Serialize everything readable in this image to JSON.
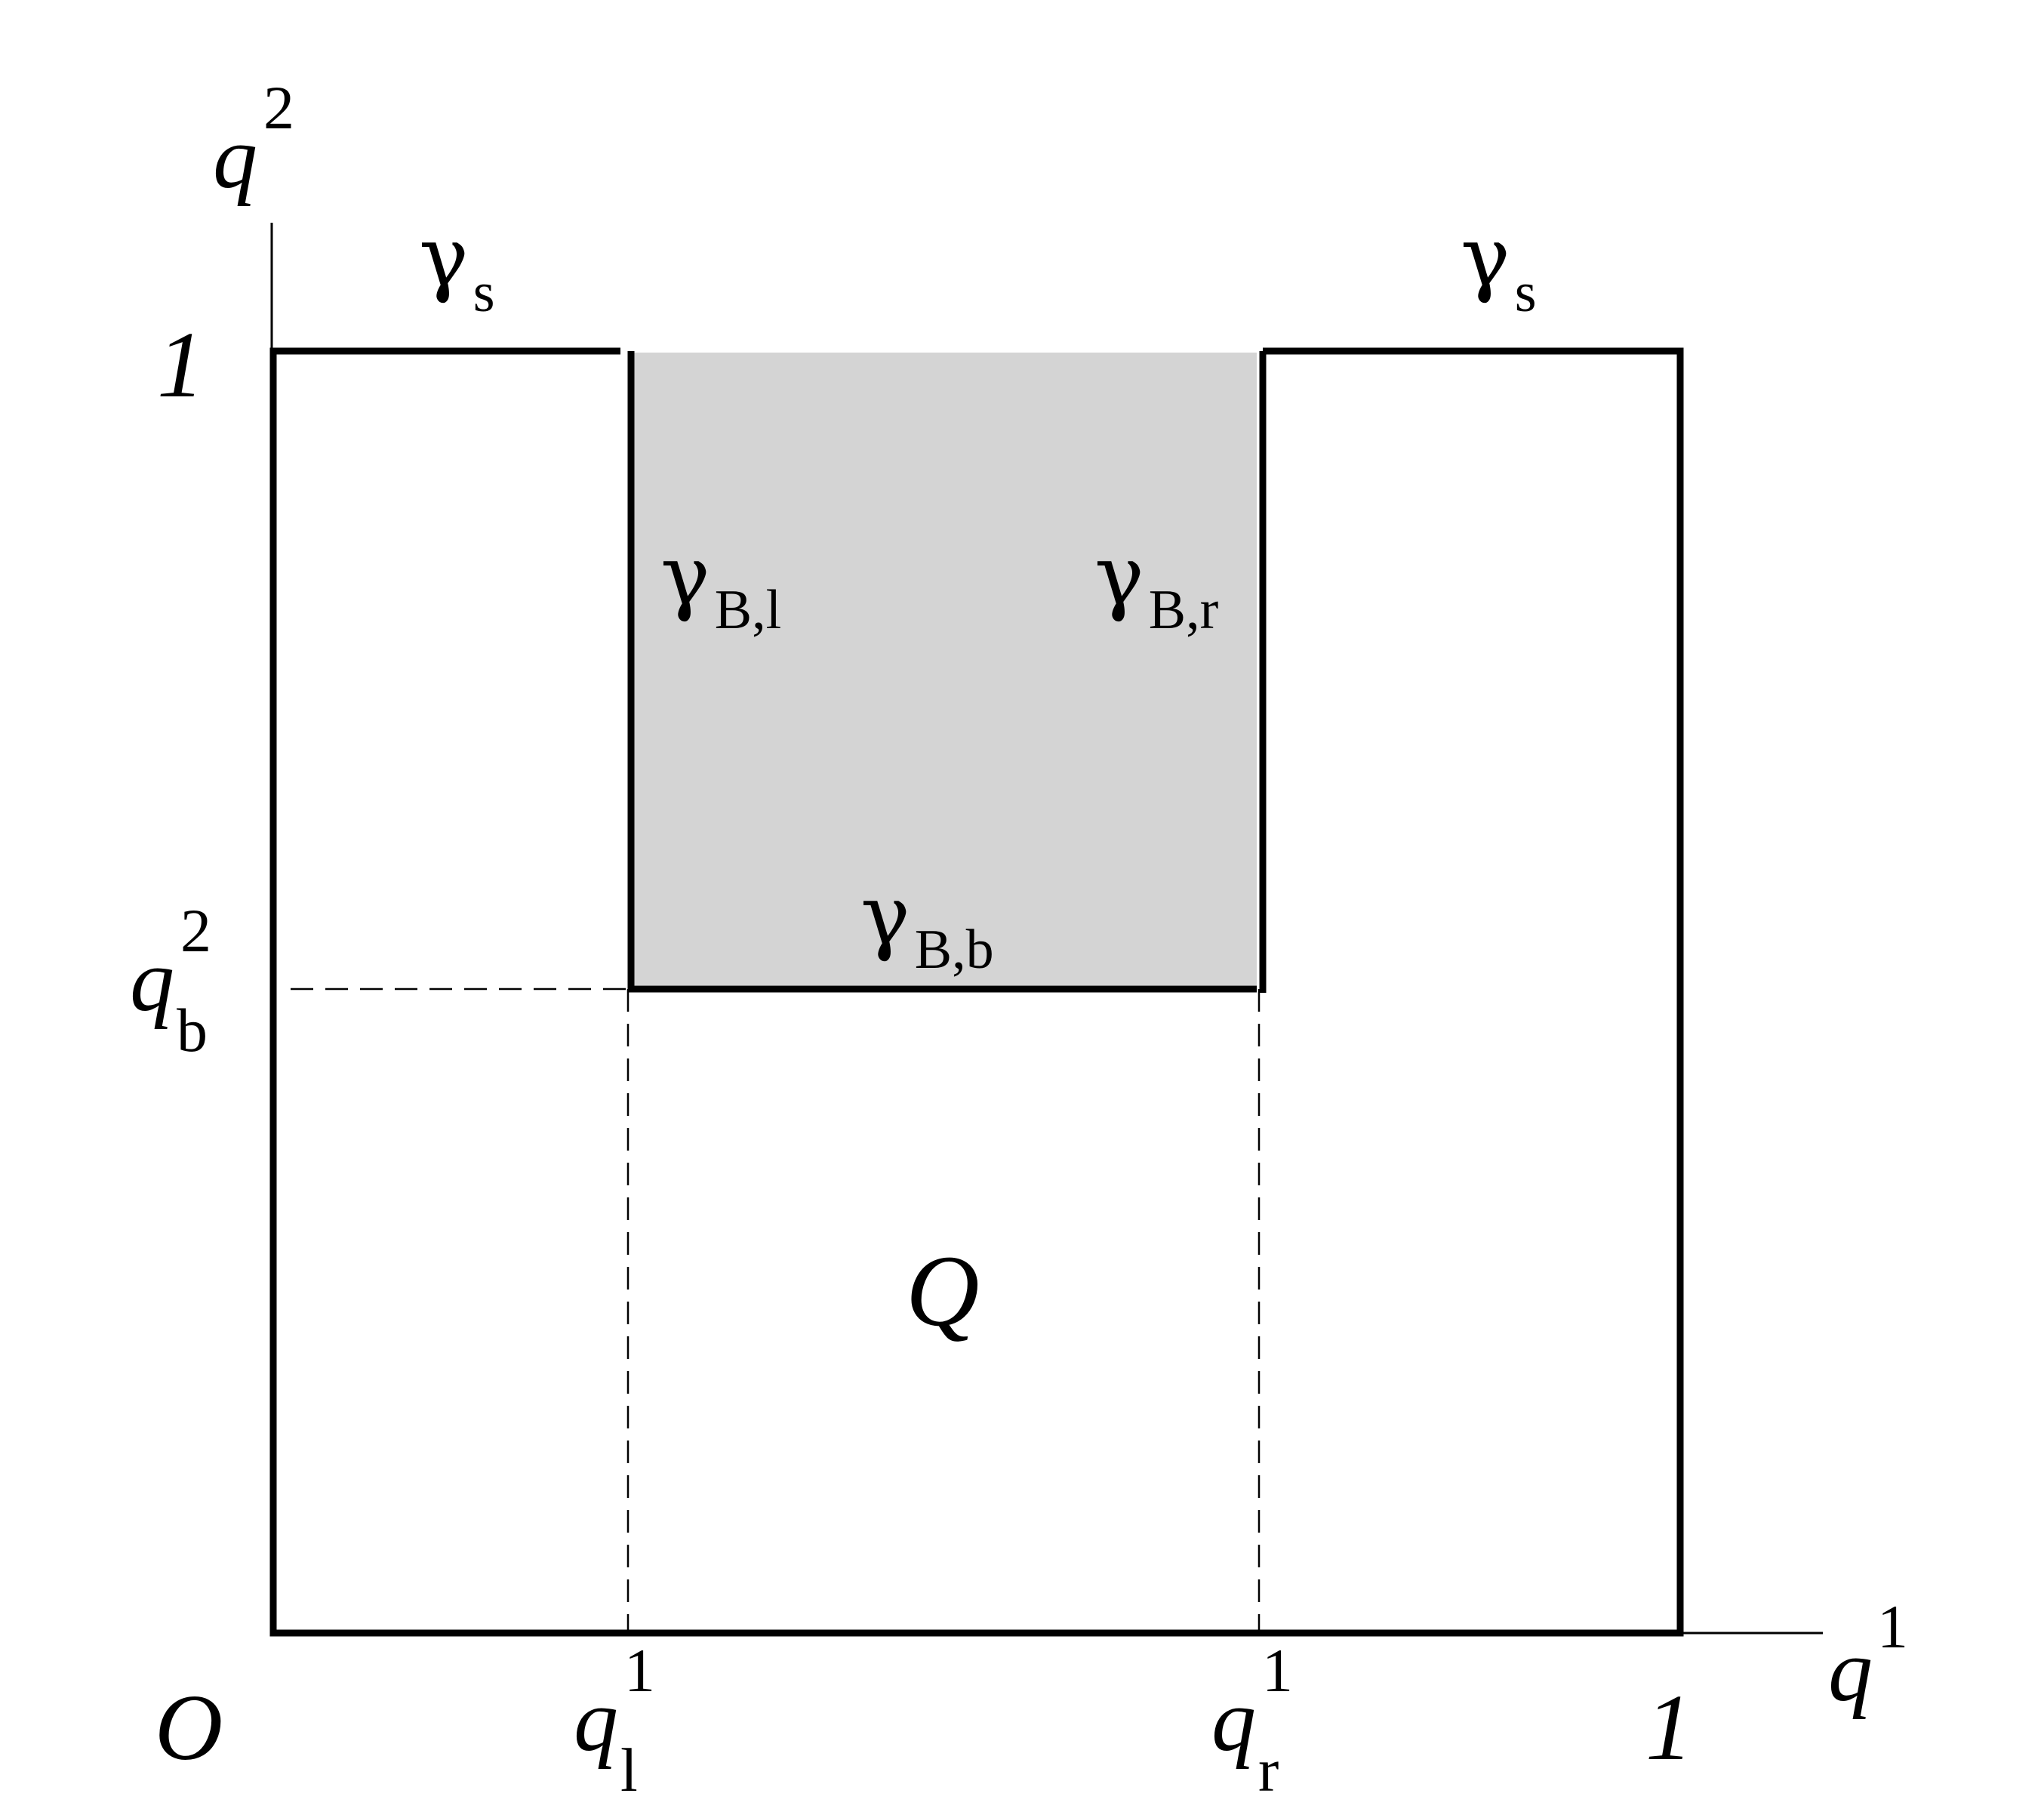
{
  "axes": {
    "x_name": "q",
    "x_sup": "1",
    "y_name": "q",
    "y_sup": "2",
    "origin": "O"
  },
  "ticks": {
    "x_one": "1",
    "y_one": "1",
    "ql_name": "q",
    "ql_sup": "1",
    "ql_sub": "l",
    "qr_name": "q",
    "qr_sup": "1",
    "qr_sub": "r",
    "qb_name": "q",
    "qb_sup": "2",
    "qb_sub": "b"
  },
  "labels": {
    "gamma": "γ",
    "gs_left_sub": "s",
    "gs_right_sub": "s",
    "gbl_sub": "B,l",
    "gbr_sub": "B,r",
    "gbb_sub": "B,b",
    "region": "Q"
  },
  "colors": {
    "stroke": "#000000",
    "shade": "#d4d4d4",
    "background": "#ffffff"
  }
}
